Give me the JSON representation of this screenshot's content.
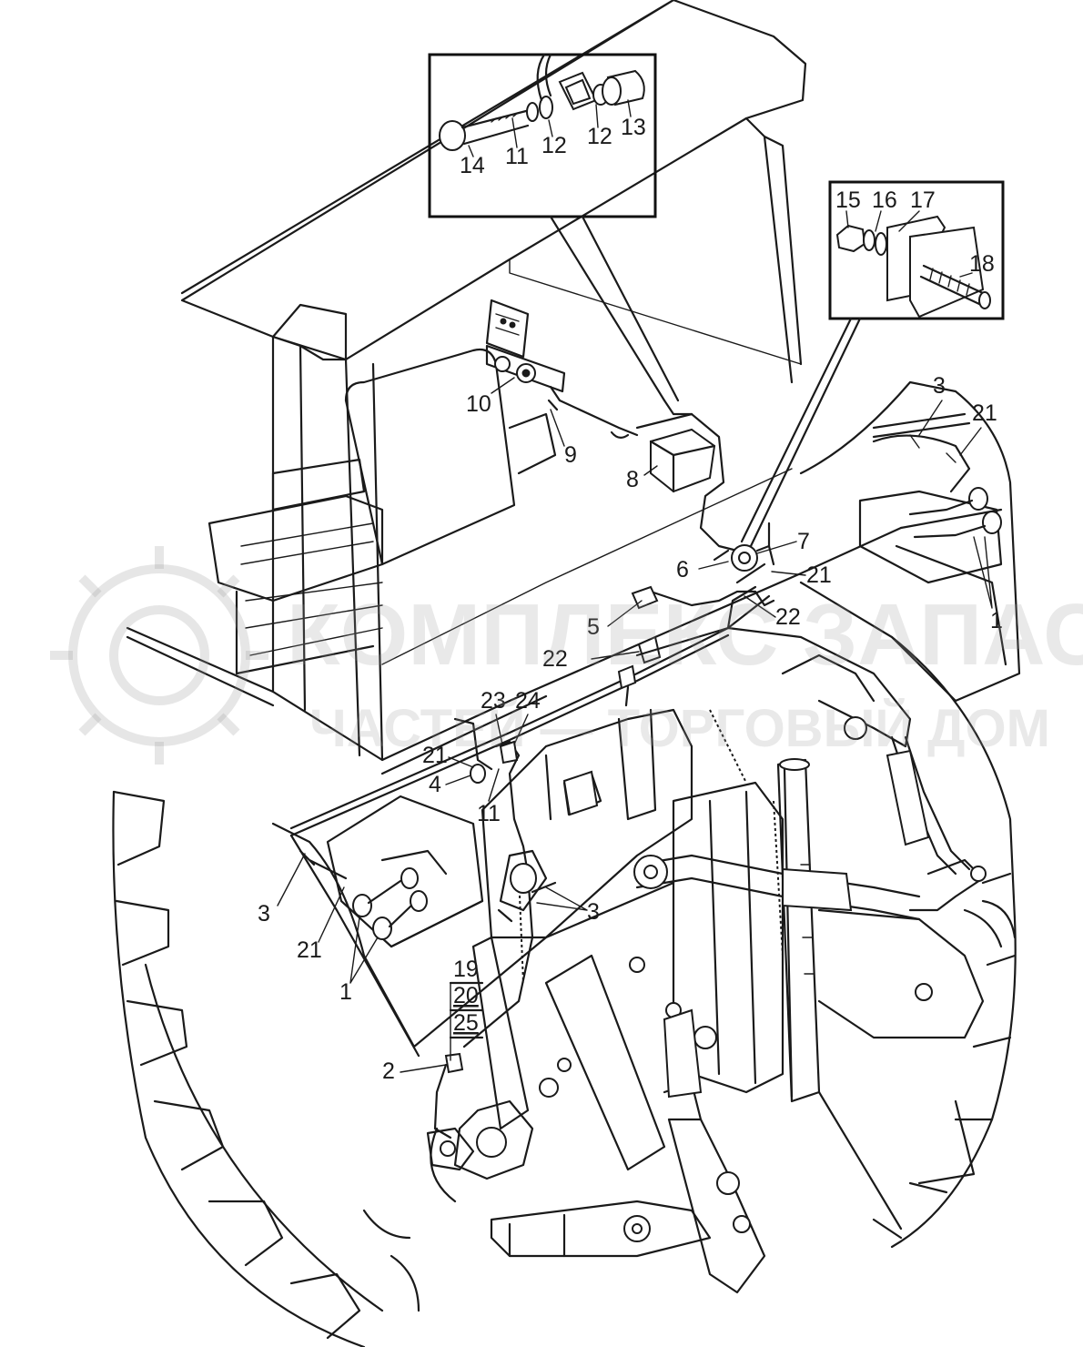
{
  "watermark": {
    "line1": "КОМПЛЕКС ЗАПАСНЫХ",
    "line2": "ЧАСТЕЙ — ТОРГОВЫЙ ДОМ",
    "logo_icon": "gear-logo-icon"
  },
  "callouts": {
    "c14": "14",
    "c11a": "11",
    "c12a": "12",
    "c12b": "12",
    "c13": "13",
    "c15": "15",
    "c16": "16",
    "c17": "17",
    "c18": "18",
    "c10": "10",
    "c9": "9",
    "c8": "8",
    "c3a": "3",
    "c21a": "21",
    "c1a": "1",
    "c7": "7",
    "c6": "6",
    "c21b": "21",
    "c5": "5",
    "c22a": "22",
    "c22b": "22",
    "c23": "23",
    "c24": "24",
    "c21c": "21",
    "c4": "4",
    "c11b": "11",
    "c3b": "3",
    "c21d": "21",
    "c1b": "1",
    "c3c": "3",
    "c19": "19",
    "c20": "20",
    "c25": "25",
    "c2": "2"
  },
  "colors": {
    "line": "#1a1a1a",
    "background": "#ffffff",
    "watermark": "#9a9a9a"
  }
}
